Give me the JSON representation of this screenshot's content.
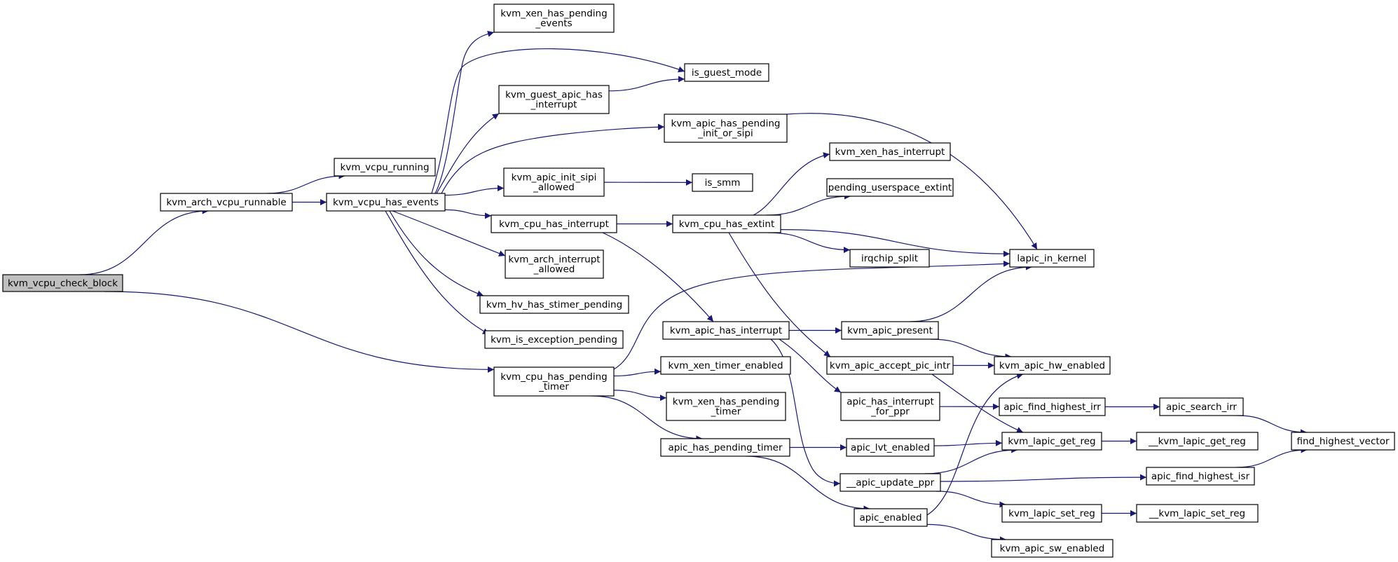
{
  "colors": {
    "edge": "#191970",
    "node_border": "#000000",
    "node_fill": "#ffffff",
    "root_fill": "#bfbfbf"
  },
  "nodes": [
    {
      "id": "kvm_vcpu_check_block",
      "lines": [
        "kvm_vcpu_check_block"
      ],
      "root": true
    },
    {
      "id": "kvm_arch_vcpu_runnable",
      "lines": [
        "kvm_arch_vcpu_runnable"
      ]
    },
    {
      "id": "kvm_cpu_has_pending_timer",
      "lines": [
        "kvm_cpu_has_pending",
        "_timer"
      ]
    },
    {
      "id": "kvm_vcpu_running",
      "lines": [
        "kvm_vcpu_running"
      ]
    },
    {
      "id": "kvm_vcpu_has_events",
      "lines": [
        "kvm_vcpu_has_events"
      ]
    },
    {
      "id": "kvm_xen_has_pending_events",
      "lines": [
        "kvm_xen_has_pending",
        "_events"
      ]
    },
    {
      "id": "is_guest_mode",
      "lines": [
        "is_guest_mode"
      ]
    },
    {
      "id": "kvm_guest_apic_has_interrupt",
      "lines": [
        "kvm_guest_apic_has",
        "_interrupt"
      ]
    },
    {
      "id": "kvm_apic_has_pending_init_or_sipi",
      "lines": [
        "kvm_apic_has_pending",
        "_init_or_sipi"
      ]
    },
    {
      "id": "kvm_apic_init_sipi_allowed",
      "lines": [
        "kvm_apic_init_sipi",
        "_allowed"
      ]
    },
    {
      "id": "is_smm",
      "lines": [
        "is_smm"
      ]
    },
    {
      "id": "kvm_cpu_has_interrupt",
      "lines": [
        "kvm_cpu_has_interrupt"
      ]
    },
    {
      "id": "kvm_cpu_has_extint",
      "lines": [
        "kvm_cpu_has_extint"
      ]
    },
    {
      "id": "kvm_xen_has_interrupt",
      "lines": [
        "kvm_xen_has_interrupt"
      ]
    },
    {
      "id": "pending_userspace_extint",
      "lines": [
        "pending_userspace_extint"
      ]
    },
    {
      "id": "irqchip_split",
      "lines": [
        "irqchip_split"
      ]
    },
    {
      "id": "lapic_in_kernel",
      "lines": [
        "lapic_in_kernel"
      ]
    },
    {
      "id": "kvm_arch_interrupt_allowed",
      "lines": [
        "kvm_arch_interrupt",
        "_allowed"
      ]
    },
    {
      "id": "kvm_hv_has_stimer_pending",
      "lines": [
        "kvm_hv_has_stimer_pending"
      ]
    },
    {
      "id": "kvm_is_exception_pending",
      "lines": [
        "kvm_is_exception_pending"
      ]
    },
    {
      "id": "kvm_apic_has_interrupt",
      "lines": [
        "kvm_apic_has_interrupt"
      ]
    },
    {
      "id": "kvm_apic_present",
      "lines": [
        "kvm_apic_present"
      ]
    },
    {
      "id": "kvm_apic_accept_pic_intr",
      "lines": [
        "kvm_apic_accept_pic_intr"
      ]
    },
    {
      "id": "kvm_apic_hw_enabled",
      "lines": [
        "kvm_apic_hw_enabled"
      ]
    },
    {
      "id": "kvm_xen_timer_enabled",
      "lines": [
        "kvm_xen_timer_enabled"
      ]
    },
    {
      "id": "kvm_xen_has_pending_timer",
      "lines": [
        "kvm_xen_has_pending",
        "_timer"
      ]
    },
    {
      "id": "apic_has_interrupt_for_ppr",
      "lines": [
        "apic_has_interrupt",
        "_for_ppr"
      ]
    },
    {
      "id": "apic_find_highest_irr",
      "lines": [
        "apic_find_highest_irr"
      ]
    },
    {
      "id": "apic_search_irr",
      "lines": [
        "apic_search_irr"
      ]
    },
    {
      "id": "find_highest_vector",
      "lines": [
        "find_highest_vector"
      ]
    },
    {
      "id": "apic_has_pending_timer",
      "lines": [
        "apic_has_pending_timer"
      ]
    },
    {
      "id": "apic_lvt_enabled",
      "lines": [
        "apic_lvt_enabled"
      ]
    },
    {
      "id": "kvm_lapic_get_reg",
      "lines": [
        "kvm_lapic_get_reg"
      ]
    },
    {
      "id": "__kvm_lapic_get_reg",
      "lines": [
        "__kvm_lapic_get_reg"
      ]
    },
    {
      "id": "__apic_update_ppr",
      "lines": [
        "__apic_update_ppr"
      ]
    },
    {
      "id": "apic_find_highest_isr",
      "lines": [
        "apic_find_highest_isr"
      ]
    },
    {
      "id": "apic_enabled",
      "lines": [
        "apic_enabled"
      ]
    },
    {
      "id": "kvm_lapic_set_reg",
      "lines": [
        "kvm_lapic_set_reg"
      ]
    },
    {
      "id": "__kvm_lapic_set_reg",
      "lines": [
        "__kvm_lapic_set_reg"
      ]
    },
    {
      "id": "kvm_apic_sw_enabled",
      "lines": [
        "kvm_apic_sw_enabled"
      ]
    }
  ],
  "edges": [
    [
      "kvm_vcpu_check_block",
      "kvm_arch_vcpu_runnable"
    ],
    [
      "kvm_vcpu_check_block",
      "kvm_cpu_has_pending_timer"
    ],
    [
      "kvm_arch_vcpu_runnable",
      "kvm_vcpu_has_events"
    ],
    [
      "kvm_arch_vcpu_runnable",
      "kvm_vcpu_running"
    ],
    [
      "kvm_vcpu_has_events",
      "kvm_xen_has_pending_events"
    ],
    [
      "kvm_vcpu_has_events",
      "is_guest_mode"
    ],
    [
      "kvm_vcpu_has_events",
      "kvm_guest_apic_has_interrupt"
    ],
    [
      "kvm_vcpu_has_events",
      "kvm_apic_has_pending_init_or_sipi"
    ],
    [
      "kvm_vcpu_has_events",
      "kvm_apic_init_sipi_allowed"
    ],
    [
      "kvm_vcpu_has_events",
      "kvm_cpu_has_interrupt"
    ],
    [
      "kvm_vcpu_has_events",
      "kvm_arch_interrupt_allowed"
    ],
    [
      "kvm_vcpu_has_events",
      "kvm_hv_has_stimer_pending"
    ],
    [
      "kvm_vcpu_has_events",
      "kvm_is_exception_pending"
    ],
    [
      "kvm_guest_apic_has_interrupt",
      "is_guest_mode"
    ],
    [
      "kvm_apic_has_pending_init_or_sipi",
      "lapic_in_kernel"
    ],
    [
      "kvm_apic_init_sipi_allowed",
      "is_smm"
    ],
    [
      "kvm_cpu_has_interrupt",
      "kvm_cpu_has_extint"
    ],
    [
      "kvm_cpu_has_interrupt",
      "kvm_apic_has_interrupt"
    ],
    [
      "kvm_cpu_has_extint",
      "kvm_xen_has_interrupt"
    ],
    [
      "kvm_cpu_has_extint",
      "pending_userspace_extint"
    ],
    [
      "kvm_cpu_has_extint",
      "irqchip_split"
    ],
    [
      "kvm_cpu_has_extint",
      "lapic_in_kernel"
    ],
    [
      "kvm_cpu_has_extint",
      "kvm_apic_accept_pic_intr"
    ],
    [
      "kvm_cpu_has_pending_timer",
      "lapic_in_kernel"
    ],
    [
      "kvm_cpu_has_pending_timer",
      "kvm_xen_timer_enabled"
    ],
    [
      "kvm_cpu_has_pending_timer",
      "kvm_xen_has_pending_timer"
    ],
    [
      "kvm_cpu_has_pending_timer",
      "apic_has_pending_timer"
    ],
    [
      "kvm_apic_has_interrupt",
      "kvm_apic_present"
    ],
    [
      "kvm_apic_has_interrupt",
      "apic_has_interrupt_for_ppr"
    ],
    [
      "kvm_apic_has_interrupt",
      "__apic_update_ppr"
    ],
    [
      "kvm_apic_present",
      "lapic_in_kernel"
    ],
    [
      "kvm_apic_present",
      "kvm_apic_hw_enabled"
    ],
    [
      "kvm_apic_accept_pic_intr",
      "kvm_apic_hw_enabled"
    ],
    [
      "kvm_apic_accept_pic_intr",
      "kvm_lapic_get_reg"
    ],
    [
      "apic_has_interrupt_for_ppr",
      "apic_find_highest_irr"
    ],
    [
      "apic_find_highest_irr",
      "apic_search_irr"
    ],
    [
      "apic_search_irr",
      "find_highest_vector"
    ],
    [
      "apic_has_pending_timer",
      "apic_lvt_enabled"
    ],
    [
      "apic_has_pending_timer",
      "apic_enabled"
    ],
    [
      "apic_lvt_enabled",
      "kvm_lapic_get_reg"
    ],
    [
      "kvm_lapic_get_reg",
      "__kvm_lapic_get_reg"
    ],
    [
      "__apic_update_ppr",
      "kvm_lapic_get_reg"
    ],
    [
      "__apic_update_ppr",
      "apic_find_highest_isr"
    ],
    [
      "__apic_update_ppr",
      "kvm_lapic_set_reg"
    ],
    [
      "apic_find_highest_isr",
      "find_highest_vector"
    ],
    [
      "kvm_lapic_set_reg",
      "__kvm_lapic_set_reg"
    ],
    [
      "apic_enabled",
      "kvm_apic_hw_enabled"
    ],
    [
      "apic_enabled",
      "kvm_apic_sw_enabled"
    ]
  ]
}
